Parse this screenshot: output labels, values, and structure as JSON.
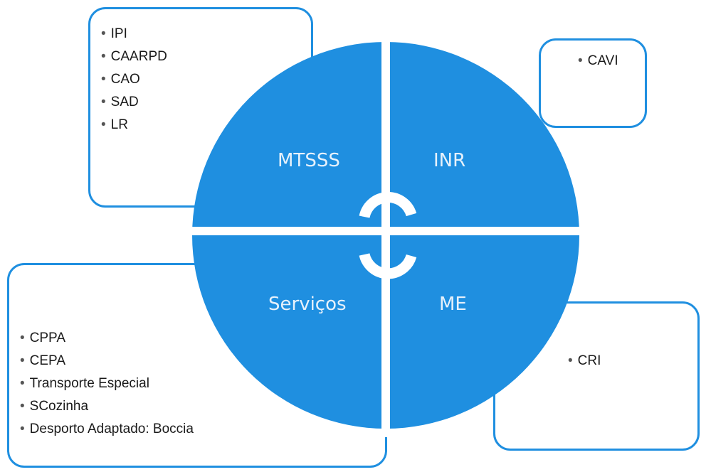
{
  "quadrants": {
    "top_left": "MTSSS",
    "top_right": "INR",
    "bottom_left": "Serviços",
    "bottom_right": "ME"
  },
  "lists": {
    "mtsss": [
      "IPI",
      "CAARPD",
      "CAO",
      "SAD",
      "LR"
    ],
    "inr": [
      "CAVI"
    ],
    "servicos": [
      "CPPA",
      "CEPA",
      "Transporte Especial",
      "SCozinha",
      "Desporto Adaptado: Boccia"
    ],
    "me": [
      "CRI"
    ]
  },
  "colors": {
    "circle": "#1f8fe0",
    "border": "#1f8fe0",
    "gap": "#ffffff"
  }
}
